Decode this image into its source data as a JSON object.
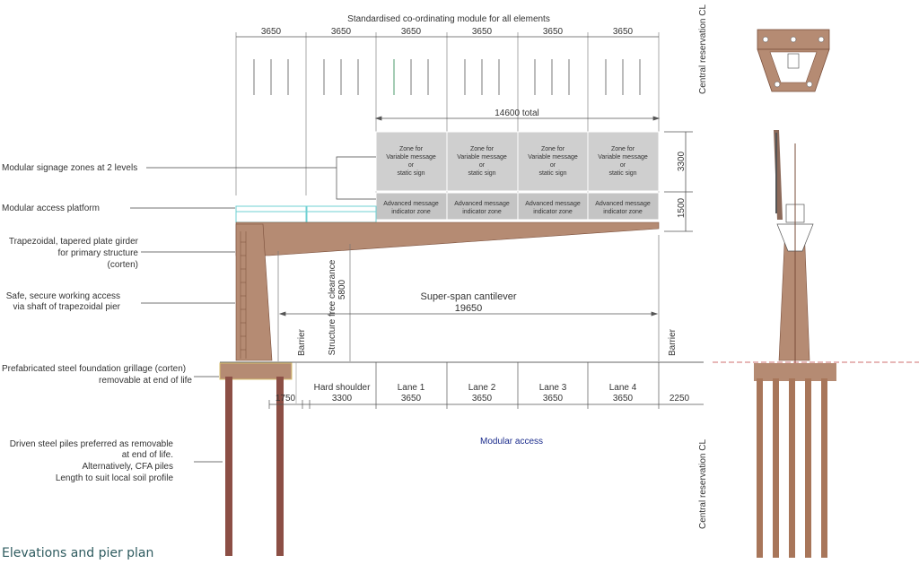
{
  "header": {
    "module_title": "Standardised co-ordinating module for all elements",
    "module_widths": [
      "3650",
      "3650",
      "3650",
      "3650",
      "3650",
      "3650"
    ],
    "total_width": "14600 total"
  },
  "sign_zones": {
    "upper_lines": [
      "Zone for",
      "Variable message",
      "or",
      "static sign"
    ],
    "lower_lines": [
      "Advanced message",
      "indicator zone"
    ],
    "height_upper": "3300",
    "height_lower": "1500"
  },
  "left_annotations": [
    {
      "lines": [
        "Modular signage zones at 2 levels"
      ]
    },
    {
      "lines": [
        "Modular access platform"
      ]
    },
    {
      "lines": [
        "Trapezoidal, tapered plate girder",
        "for primary structure",
        "(corten)"
      ]
    },
    {
      "lines": [
        "Safe, secure working access",
        "via shaft of trapezoidal pier"
      ]
    },
    {
      "lines": [
        "Prefabricated steel foundation grillage (corten)",
        "removable at end of life"
      ]
    },
    {
      "lines": [
        "Driven steel piles preferred as removable",
        "at end of life.",
        "Alternatively, CFA piles",
        "Length to suit local soil profile"
      ]
    }
  ],
  "clearance": {
    "label": "Structure free clearance",
    "value": "5800"
  },
  "cantilever": {
    "label": "Super-span cantilever",
    "value": "19650"
  },
  "barriers": [
    "Barrier",
    "Barrier"
  ],
  "lanes": [
    {
      "name": "",
      "width": "1750"
    },
    {
      "name": "Hard shoulder",
      "width": "3300"
    },
    {
      "name": "Lane 1",
      "width": "3650"
    },
    {
      "name": "Lane 2",
      "width": "3650"
    },
    {
      "name": "Lane 3",
      "width": "3650"
    },
    {
      "name": "Lane 4",
      "width": "3650"
    },
    {
      "name": "",
      "width": "2250"
    }
  ],
  "modular_access": "Modular access",
  "central_reservation": [
    "Central reservation CL",
    "Central reservation CL"
  ],
  "caption": "Elevations and pier plan",
  "colors": {
    "corten": "#b58b73",
    "corten_dark": "#7a4e3a",
    "pile": "#8c4f45",
    "zone_fill": "#cfcfcf",
    "platform": "#6fd0d3",
    "access_text": "#1a2b8c",
    "caption": "#2e5b5f"
  }
}
